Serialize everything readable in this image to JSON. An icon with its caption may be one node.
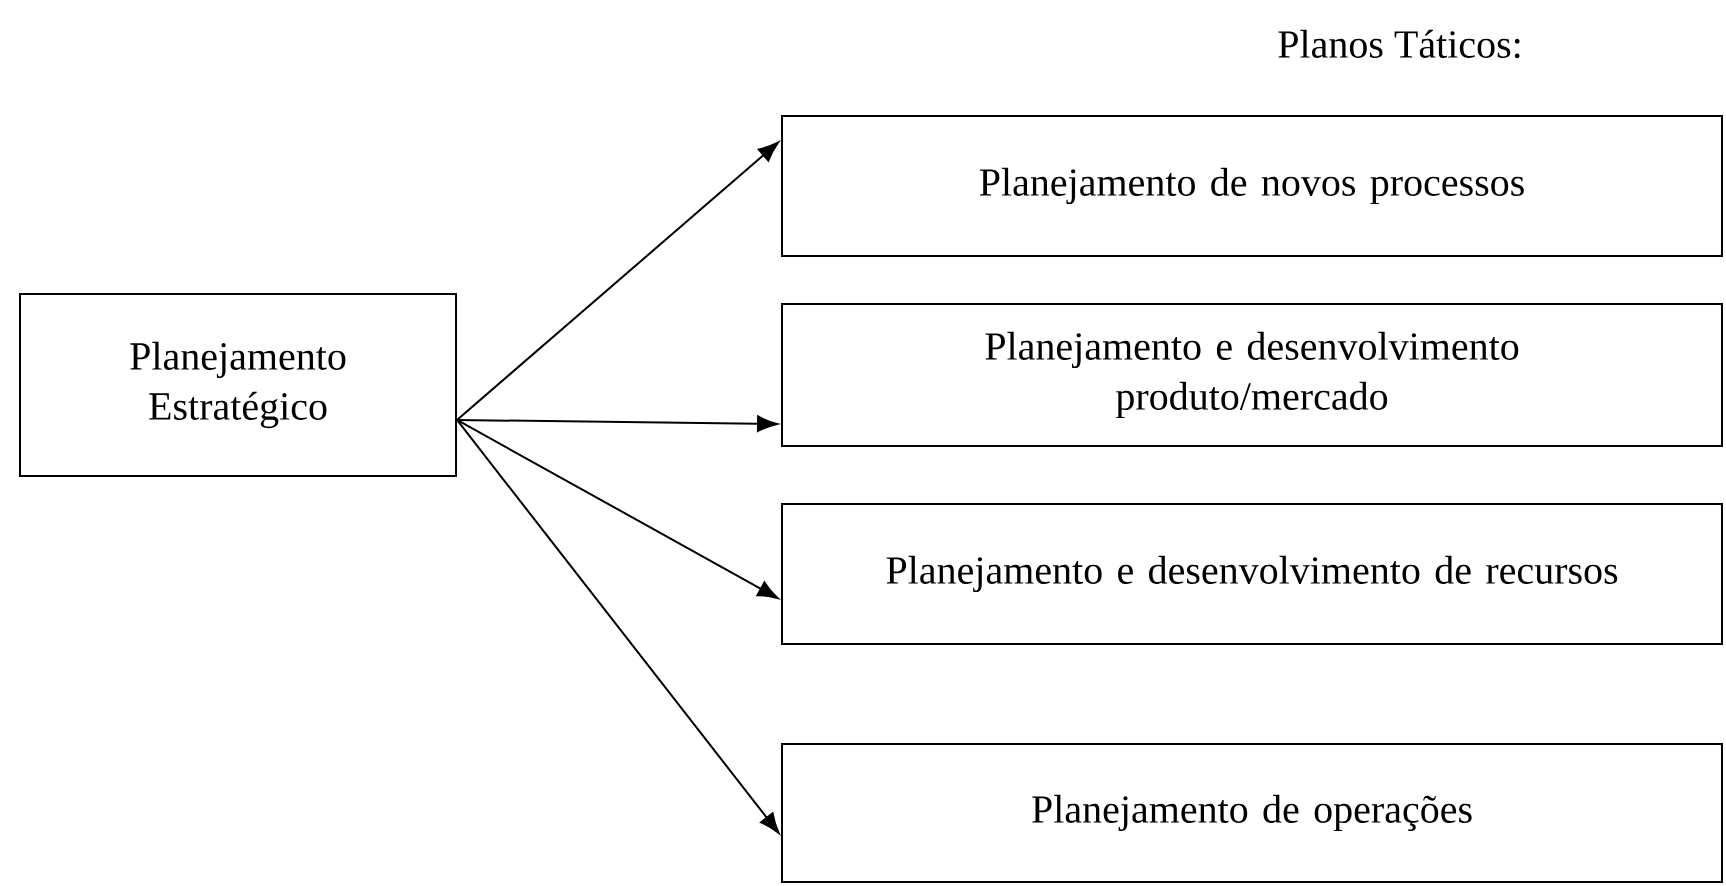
{
  "diagram": {
    "title": "Planos Táticos:",
    "nodes": [
      {
        "text": [
          "Planejamento Estratégico"
        ]
      },
      {
        "text": [
          "Planejamento de novos processos"
        ]
      },
      {
        "text": [
          "Planejamento e desenvolvimento produto/mercado"
        ]
      },
      {
        "text": [
          "Planejamento e desenvolvimento de recursos"
        ]
      },
      {
        "text": [
          "Planejamento de operações"
        ]
      }
    ],
    "edges": [
      {
        "from": 0,
        "to": 1,
        "arrow": "to"
      },
      {
        "from": 0,
        "to": 2,
        "arrow": "to"
      },
      {
        "from": 0,
        "to": 3,
        "arrow": "to"
      },
      {
        "from": 0,
        "to": 4,
        "arrow": "to"
      }
    ]
  }
}
